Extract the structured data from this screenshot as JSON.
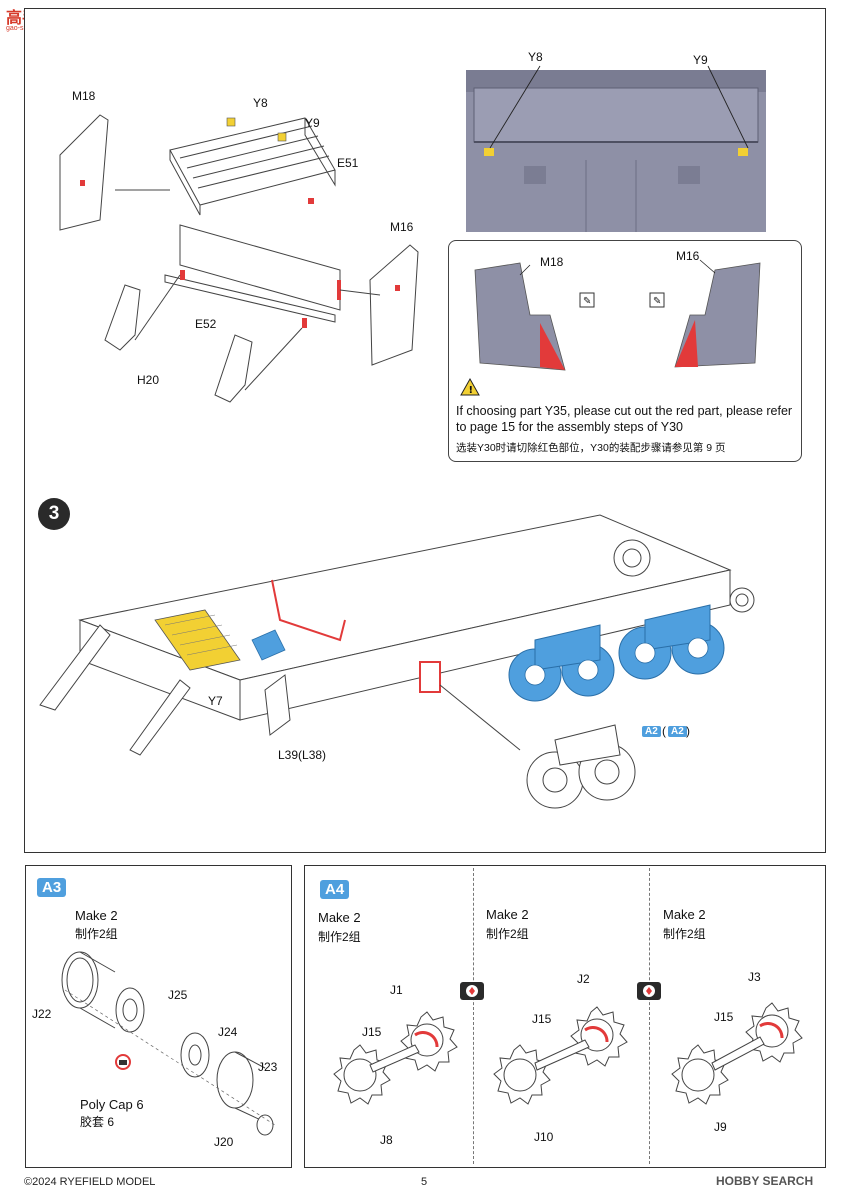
{
  "header": {
    "logo_text": "高手网",
    "logo_sub": "gao-shou.com"
  },
  "top_panel": {
    "labels": {
      "m18": "M18",
      "y8": "Y8",
      "y9": "Y9",
      "e51": "E51",
      "m16": "M16",
      "e52": "E52",
      "h20": "H20"
    },
    "inset": {
      "y8": "Y8",
      "y9": "Y9"
    },
    "note_box": {
      "m18": "M18",
      "m16": "M16",
      "english": "If choosing part Y35, please cut out the red part, please refer to page 15 for the assembly steps of Y30",
      "chinese": "选装Y30时请切除红色部位，Y30的装配步骤请参见第 9 页"
    }
  },
  "step3": {
    "number": "3",
    "y7": "Y7",
    "l39": "L39(L38)",
    "a2_a": "A2",
    "a2_b": "A2"
  },
  "a3": {
    "tag": "A3",
    "make_en": "Make 2",
    "make_cn": "制作2组",
    "j22": "J22",
    "j25": "J25",
    "j24": "J24",
    "j23": "J23",
    "j20": "J20",
    "polycap_en": "Poly Cap 6",
    "polycap_cn": "胶套  6"
  },
  "a4": {
    "tag": "A4",
    "col1": {
      "make_en": "Make 2",
      "make_cn": "制作2组",
      "j1": "J1",
      "j15": "J15",
      "j8": "J8"
    },
    "col2": {
      "make_en": "Make 2",
      "make_cn": "制作2组",
      "j2": "J2",
      "j15": "J15",
      "j10": "J10"
    },
    "col3": {
      "make_en": "Make 2",
      "make_cn": "制作2组",
      "j3": "J3",
      "j15": "J15",
      "j9": "J9"
    }
  },
  "footer": {
    "copyright": "©2024 RYEFIELD MODEL",
    "page": "5",
    "right": "HOBBY SEARCH"
  },
  "colors": {
    "accent_blue": "#4f9fde",
    "red": "#e23a3a",
    "yellow": "#f2d033",
    "gray": "#8e90a6"
  }
}
